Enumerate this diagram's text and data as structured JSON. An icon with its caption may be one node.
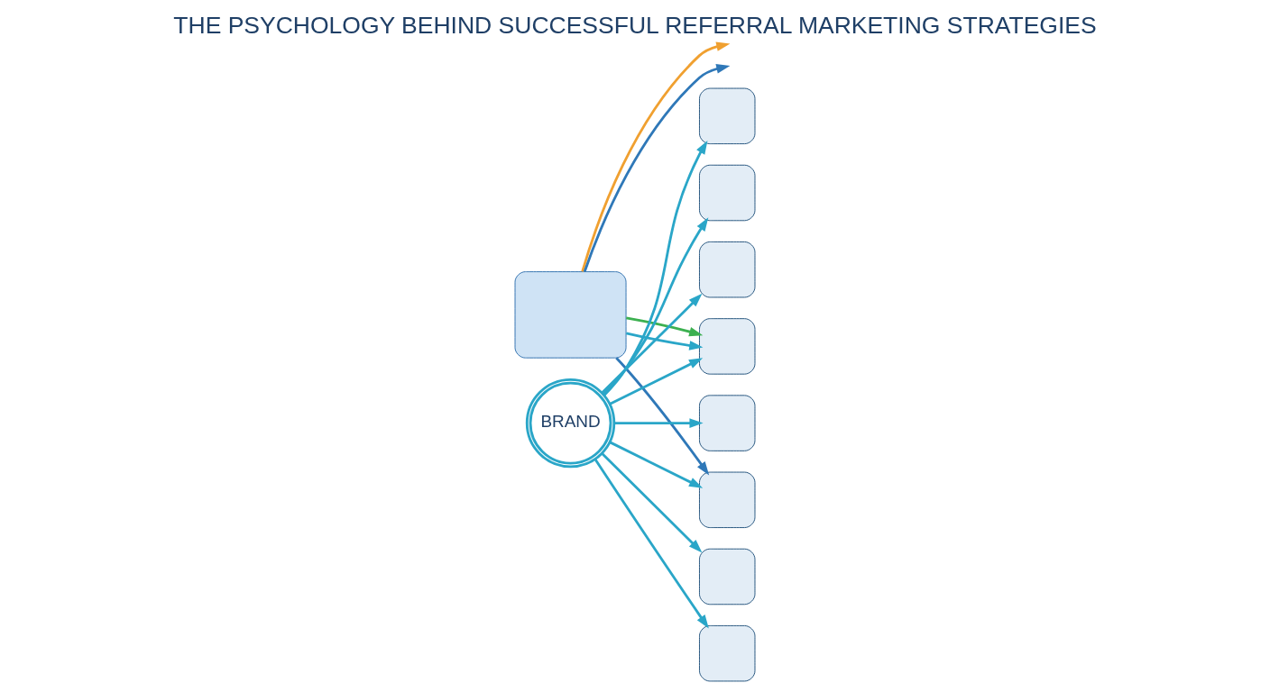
{
  "diagram": {
    "title": "THE PSYCHOLOGY BEHIND SUCCESSFUL REFERRAL MARKETING STRATEGIES",
    "nodes": [
      {
        "text": [],
        "shape": "box"
      },
      {
        "text": [
          "BRAND"
        ]
      },
      {
        "text": [],
        "shape": "box"
      },
      {
        "text": [],
        "shape": "box"
      },
      {
        "text": [],
        "shape": "box"
      },
      {
        "text": [],
        "shape": "box"
      },
      {
        "text": [],
        "shape": "box"
      },
      {
        "text": [],
        "shape": "box"
      },
      {
        "text": [],
        "shape": "box"
      },
      {
        "text": [],
        "shape": "box"
      }
    ],
    "edges": [
      {
        "from": 0,
        "to": null,
        "arrow": "to",
        "color": "#f0a030"
      },
      {
        "from": 0,
        "to": null,
        "arrow": "to",
        "color": "#2f78b8"
      },
      {
        "from": 0,
        "to": 5,
        "arrow": "to"
      },
      {
        "from": 0,
        "to": 5,
        "arrow": "to",
        "color": "#3cb050"
      },
      {
        "from": 0,
        "to": 7,
        "arrow": "to",
        "color": "#2f78b8"
      },
      {
        "from": 1,
        "to": 2,
        "arrow": "to"
      },
      {
        "from": 1,
        "to": 3,
        "arrow": "to"
      },
      {
        "from": 1,
        "to": 4,
        "arrow": "to"
      },
      {
        "from": 1,
        "to": 5,
        "arrow": "to"
      },
      {
        "from": 1,
        "to": 6,
        "arrow": "to"
      },
      {
        "from": 1,
        "to": 7,
        "arrow": "to"
      },
      {
        "from": 1,
        "to": 8,
        "arrow": "to"
      },
      {
        "from": 1,
        "to": 9,
        "arrow": "to"
      }
    ]
  }
}
